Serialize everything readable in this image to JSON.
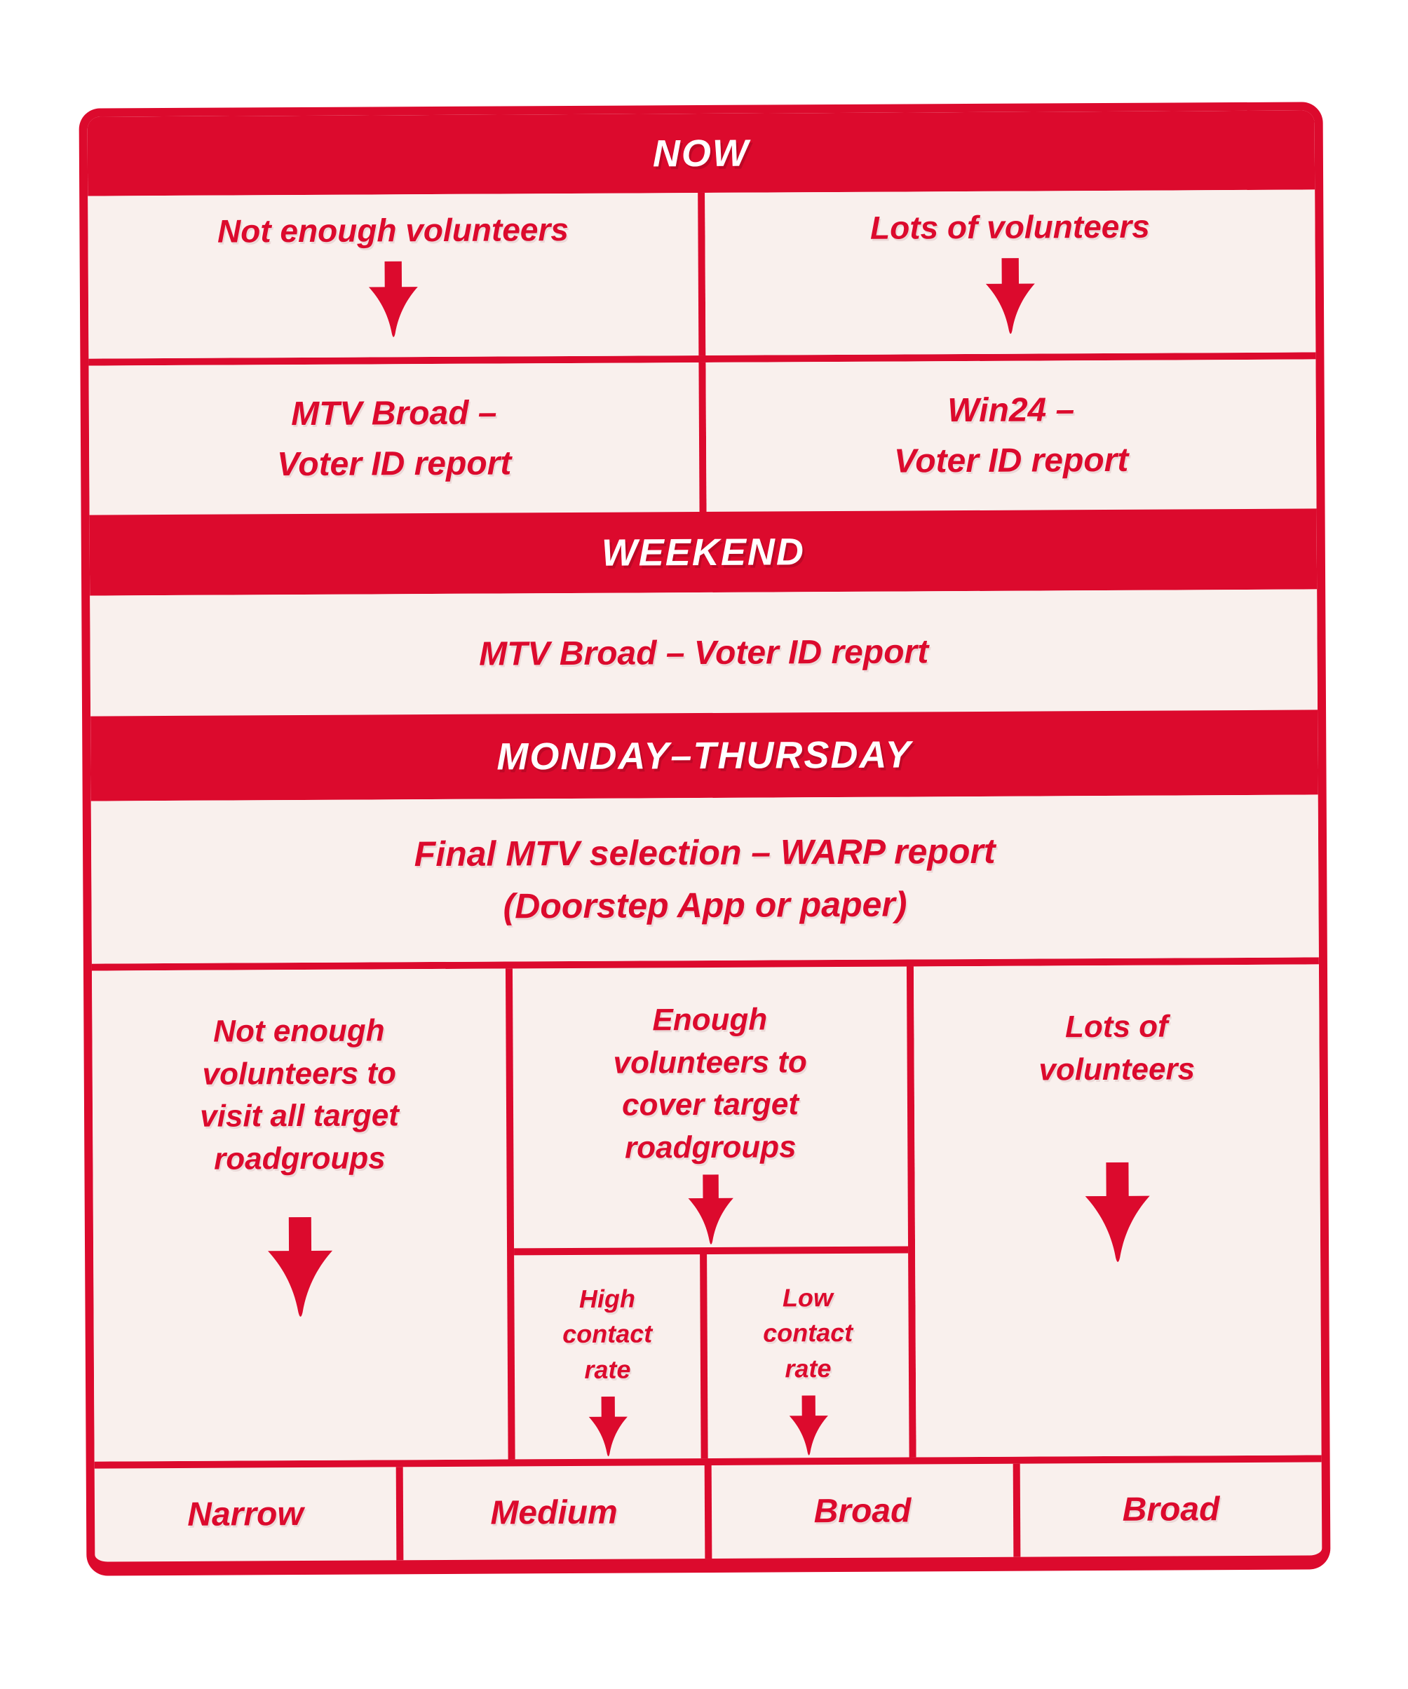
{
  "colors": {
    "brand_red": "#DC0A2D",
    "panel_cream": "#F9F0ED",
    "page_background": "#FFFFFF",
    "band_text": "#FFFFFF"
  },
  "now": {
    "band_label": "NOW",
    "branches": [
      {
        "condition": "Not enough volunteers",
        "result_line1": "MTV Broad –",
        "result_line2": "Voter ID report"
      },
      {
        "condition": "Lots of volunteers",
        "result_line1": "Win24 –",
        "result_line2": "Voter ID report"
      }
    ]
  },
  "weekend": {
    "band_label": "WEEKEND",
    "result": "MTV Broad – Voter ID report"
  },
  "monday_thursday": {
    "band_label": "MONDAY–THURSDAY",
    "selection_line1": "Final MTV selection – WARP report",
    "selection_line2": "(Doorstep App or paper)",
    "branches": [
      {
        "condition": "Not enough volunteers to visit all target roadgroups"
      },
      {
        "condition": "Enough volunteers to cover target roadgroups",
        "sub_branches": [
          {
            "condition": "High contact rate"
          },
          {
            "condition": "Low contact rate"
          }
        ]
      },
      {
        "condition": "Lots of volunteers"
      }
    ],
    "outcomes": [
      "Narrow",
      "Medium",
      "Broad",
      "Broad"
    ]
  }
}
